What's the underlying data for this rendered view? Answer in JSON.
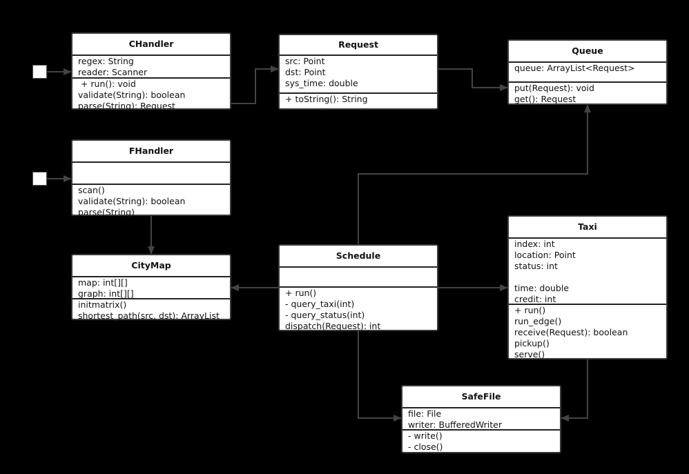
{
  "colors": {
    "background": "#000000",
    "box": "#ffffff",
    "connector": "#444444"
  },
  "classes": {
    "chandler": {
      "name": "CHandler",
      "attributes": [
        "regex: String",
        "reader: Scanner"
      ],
      "methods": [
        " + run(): void",
        "validate(String): boolean",
        "parse(String): Request"
      ]
    },
    "request": {
      "name": "Request",
      "attributes": [
        "src: Point",
        "dst: Point",
        "sys_time: double"
      ],
      "methods": [
        "+ toString(): String"
      ]
    },
    "queue": {
      "name": "Queue",
      "attributes": [
        "queue: ArrayList<Request>"
      ],
      "methods": [
        "put(Request): void",
        "get(): Request"
      ]
    },
    "fhandler": {
      "name": "FHandler",
      "attributes": [],
      "methods": [
        "scan()",
        "validate(String): boolean",
        "parse(String)"
      ]
    },
    "citymap": {
      "name": "CityMap",
      "attributes": [
        "map: int[][]",
        "graph: int[][]"
      ],
      "methods": [
        "initmatrix()",
        "shortest_path(src, dst): ArrayList"
      ]
    },
    "schedule": {
      "name": "Schedule",
      "attributes": [],
      "methods": [
        "+ run()",
        "- query_taxi(int)",
        "- query_status(int)",
        "dispatch(Request): int"
      ]
    },
    "taxi": {
      "name": "Taxi",
      "attributes": [
        "index: int",
        "location: Point",
        "status: int",
        "",
        "time: double",
        "credit: int"
      ],
      "methods": [
        "+ run()",
        "run_edge()",
        "receive(Request): boolean",
        "pickup()",
        "serve()"
      ]
    },
    "safefile": {
      "name": "SafeFile",
      "attributes": [
        "file: File",
        "writer: BufferedWriter"
      ],
      "methods": [
        "- write()",
        "- close()"
      ]
    }
  }
}
